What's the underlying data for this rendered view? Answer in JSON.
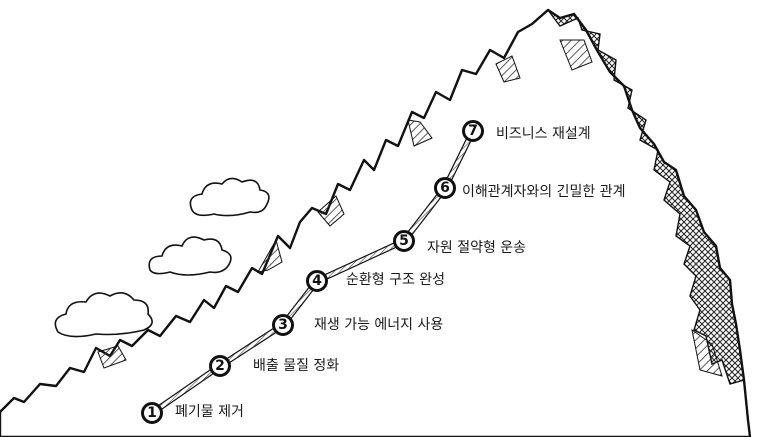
{
  "colors": {
    "ink": "#111111",
    "hatch": "#333333",
    "background": "#ffffff"
  },
  "steps": [
    {
      "number": "1",
      "label": "폐기물 제거"
    },
    {
      "number": "2",
      "label": "배출 물질 정화"
    },
    {
      "number": "3",
      "label": "재생 가능 에너지 사용"
    },
    {
      "number": "4",
      "label": "순환형 구조 완성"
    },
    {
      "number": "5",
      "label": "자원 절약형 운송"
    },
    {
      "number": "6",
      "label": "이해관계자와의 긴밀한 관계"
    },
    {
      "number": "7",
      "label": "비즈니스 재설계"
    }
  ]
}
